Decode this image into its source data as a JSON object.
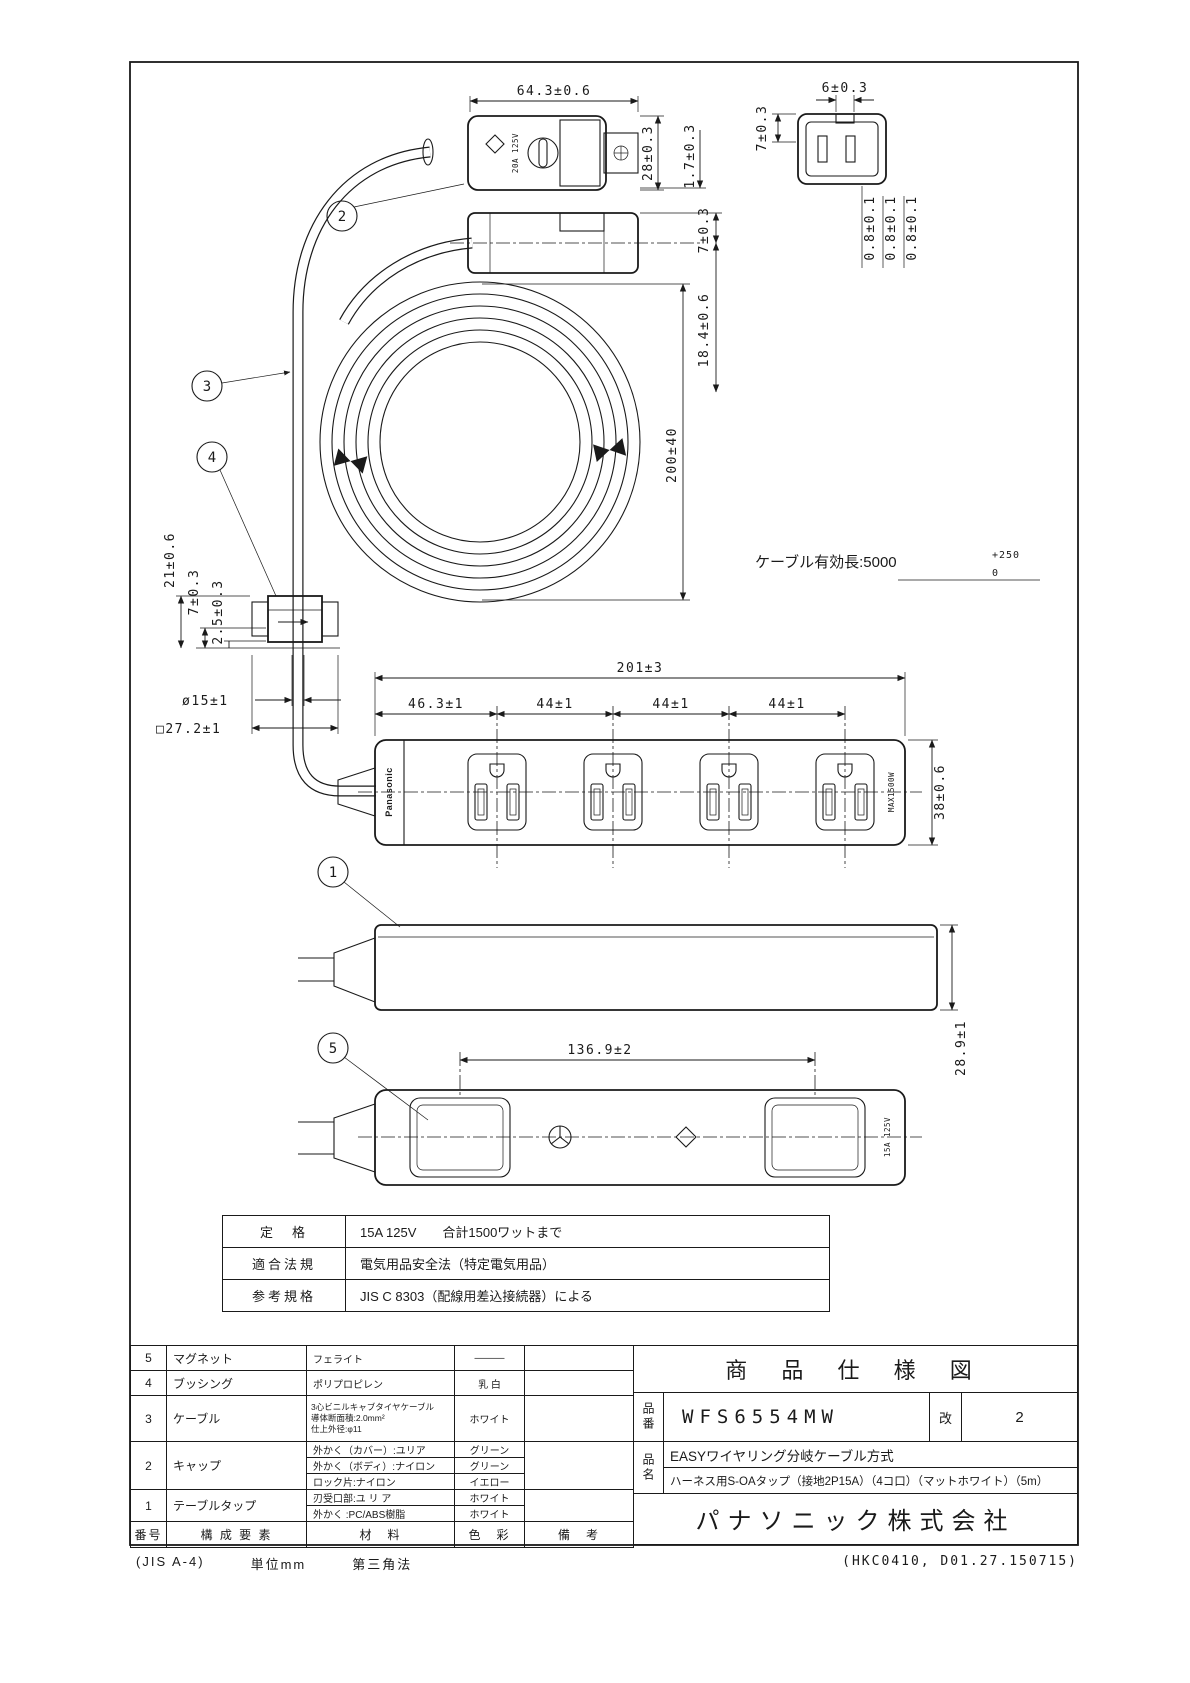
{
  "drawing": {
    "callouts": {
      "c1": "1",
      "c2": "2",
      "c3": "3",
      "c4": "4",
      "c5": "5"
    },
    "cable_note": {
      "text": "ケーブル有効長:5000",
      "sup": "+250",
      "sub": "0"
    },
    "dims": {
      "plug_width": "64.3±0.6",
      "plug_height": "28±0.3",
      "plug_gap": "1.7±0.3",
      "face_width": "6±0.3",
      "face_height": "7±0.3",
      "blade_a": "0.8±0.1",
      "blade_b": "0.8±0.1",
      "blade_c": "0.8±0.1",
      "cap_top": "7±0.3",
      "cap_depth": "18.4±0.6",
      "coil_dia": "200±40",
      "bush_len": "21±0.6",
      "bush_mid": "7±0.3",
      "bush_lip": "2.5±0.3",
      "cable_dia": "ø15±1",
      "bush_width": "□27.2±1",
      "strip_len": "201±3",
      "pitch_1": "46.3±1",
      "pitch_2": "44±1",
      "pitch_3": "44±1",
      "pitch_4": "44±1",
      "strip_width": "38±0.6",
      "strip_height": "28.9±1",
      "pad_pitch": "136.9±2"
    },
    "labels": {
      "brand": "Panasonic",
      "max_watt": "MAX1500W",
      "rating": "15A 125V",
      "cap_rating": "20A 125V"
    }
  },
  "spec_table": {
    "rows": [
      {
        "label": "定　格",
        "value": "15A 125V　　合計1500ワットまで"
      },
      {
        "label": "適合法規",
        "value": "電気用品安全法（特定電気用品）"
      },
      {
        "label": "参考規格",
        "value": "JIS C 8303（配線用差込接続器）による"
      }
    ]
  },
  "parts_table": {
    "header": {
      "no": "番号",
      "name": "構 成 要 素",
      "material": "材　料",
      "color": "色　彩",
      "note": "備　考"
    },
    "r5": {
      "no": "5",
      "name": "マグネット",
      "m1": "フェライト",
      "c1": "———"
    },
    "r4": {
      "no": "4",
      "name": "ブッシング",
      "m1": "ポリプロピレン",
      "c1": "乳 白"
    },
    "r3": {
      "no": "3",
      "name": "ケーブル",
      "m1": "3心ビニルキャブタイヤケーブル\n導体断面積:2.0mm²\n仕上外径:φ11",
      "c1": "ホワイト"
    },
    "r2": {
      "no": "2",
      "name": "キャップ",
      "m1": "外かく（カバー）:ユリア",
      "c1": "グリーン",
      "m2": "外かく（ボディ）:ナイロン",
      "c2": "グリーン",
      "m3": "ロック片:ナイロン",
      "c3": "イエロー"
    },
    "r1": {
      "no": "1",
      "name": "テーブルタップ",
      "m1": "刃受口部:ユ リ ア",
      "c1": "ホワイト",
      "m2": "外かく :PC/ABS樹脂",
      "c2": "ホワイト"
    }
  },
  "title_block": {
    "title": "商 品 仕 様 図",
    "part_no_label": "品番",
    "part_no": "WFS6554MW",
    "rev_label": "改",
    "rev": "2",
    "name_label": "品名",
    "name_line1": "EASYワイヤリング分岐ケーブル方式",
    "name_line2": "ハーネス用S-OAタップ（接地2P15A）（4コ口）（マットホワイト）（5m）",
    "company": "パナソニック株式会社"
  },
  "footer": {
    "jis": "(JIS A-4)",
    "unit": "単位mm",
    "method": "第三角法",
    "doc_no": "(HKC0410, D01.27.150715)"
  }
}
